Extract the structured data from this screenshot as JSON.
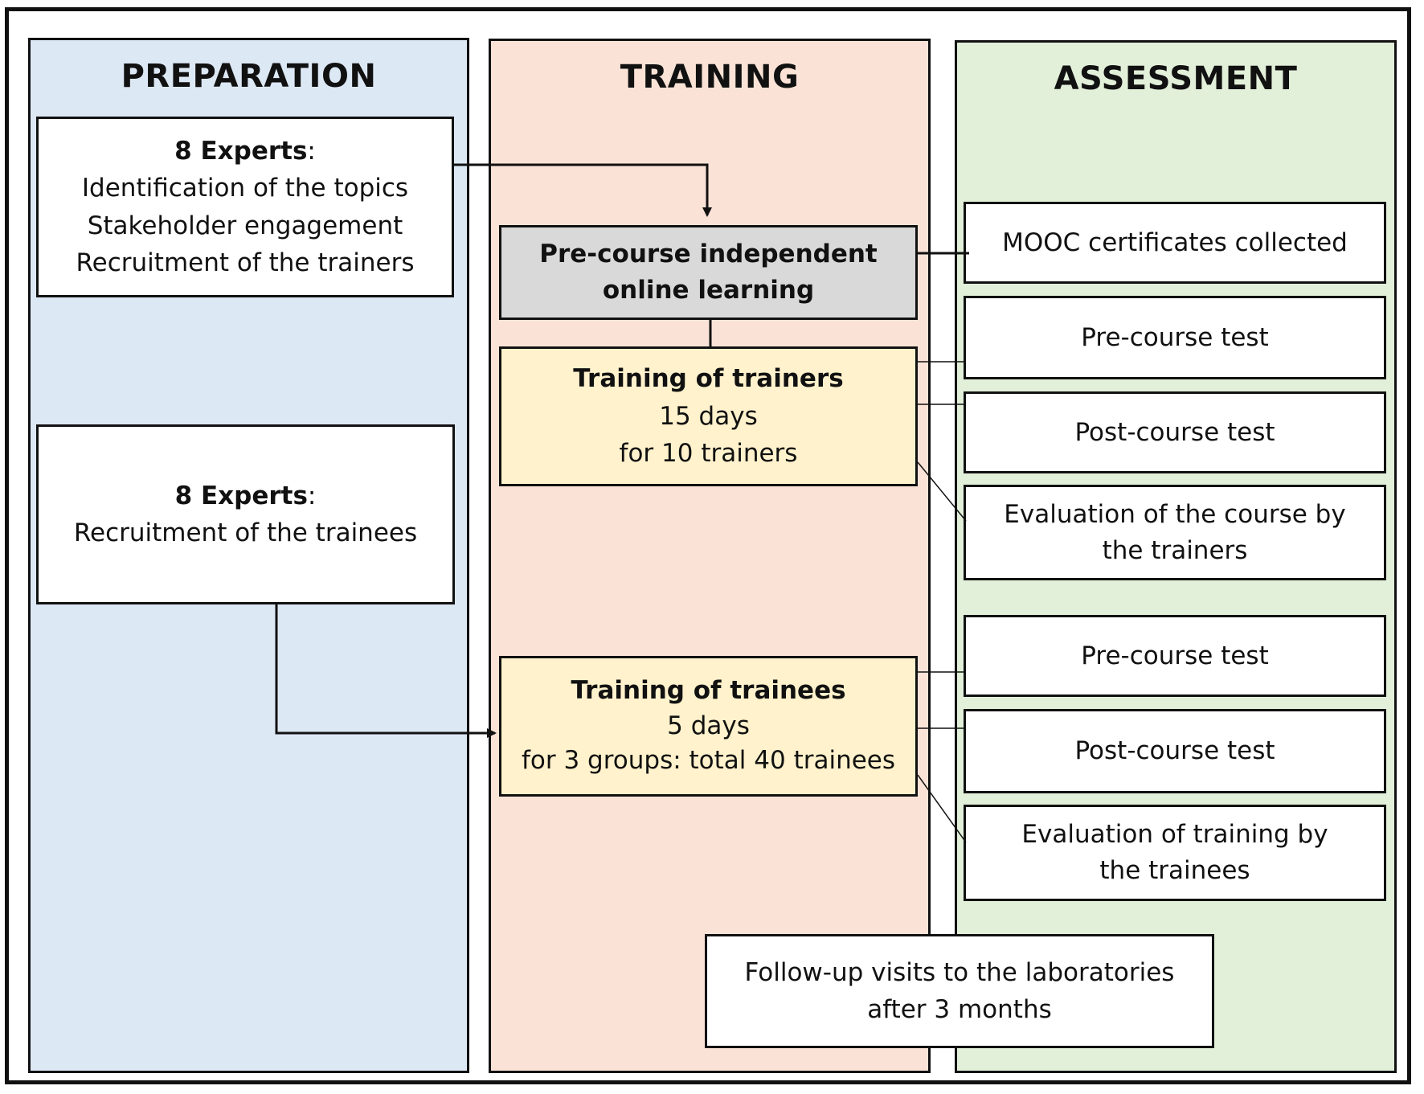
{
  "colors": {
    "preparation_bg": "#dde8f5",
    "training_bg": "#fae3d6",
    "assessment_bg": "#e2efd9",
    "precourse_box_bg": "#d9d9d9",
    "training_box_bg": "#fff2cc",
    "border": "#111111"
  },
  "columns": {
    "preparation": {
      "title": "PREPARATION"
    },
    "training": {
      "title": "TRAINING"
    },
    "assessment": {
      "title": "ASSESSMENT"
    }
  },
  "preparation": {
    "experts_1": {
      "title": "8 Experts",
      "colon": ":",
      "items": [
        "Identification  of the topics",
        "Stakeholder engagement",
        "Recruitment  of the trainers"
      ]
    },
    "experts_2": {
      "title": "8 Experts",
      "colon": ":",
      "items": [
        "Recruitment  of the trainees"
      ]
    }
  },
  "training": {
    "precourse": {
      "lines": [
        "Pre-course independent",
        "online learning"
      ]
    },
    "trainers": {
      "title": "Training  of trainers",
      "lines": [
        "15 days",
        "for 10 trainers"
      ]
    },
    "trainees": {
      "title": "Training  of trainees",
      "lines": [
        "5 days",
        "for 3 groups:  total 40 trainees"
      ]
    }
  },
  "assessment": {
    "items": [
      {
        "lines": [
          "MOOC certificates collected"
        ]
      },
      {
        "lines": [
          "Pre-course  test"
        ]
      },
      {
        "lines": [
          "Post-course test"
        ]
      },
      {
        "lines": [
          "Evaluation of the course by",
          "the trainers"
        ]
      },
      {
        "lines": [
          "Pre-course  test"
        ]
      },
      {
        "lines": [
          "Post-course test"
        ]
      },
      {
        "lines": [
          "Evaluation  of training by",
          "the trainees"
        ]
      }
    ]
  },
  "followup": {
    "lines": [
      "Follow-up visits to the laboratories",
      "after 3 months"
    ]
  }
}
